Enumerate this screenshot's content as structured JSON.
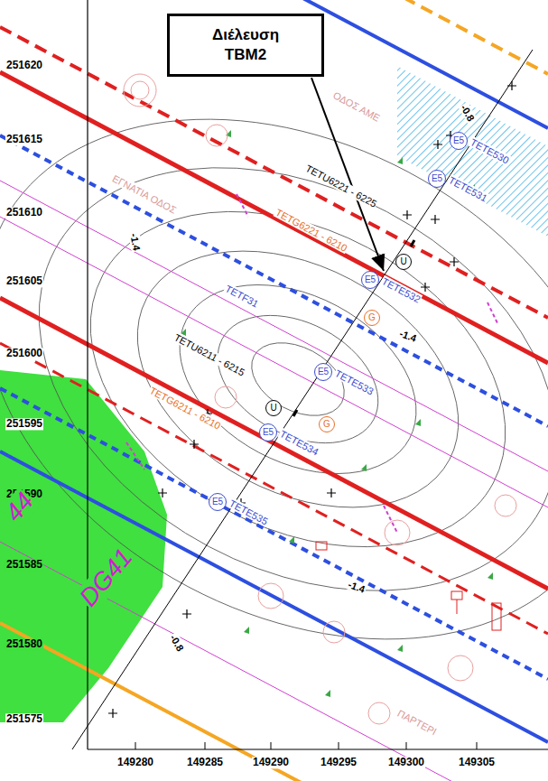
{
  "diagram": {
    "nodes": [
      {
        "text": [
          "Διέλευση TBM2"
        ]
      },
      {
        "text": [
          "E5",
          "TETE530"
        ]
      },
      {
        "text": [
          "E5",
          "TETE531"
        ]
      },
      {
        "text": [
          "E5",
          "TETE532"
        ]
      },
      {
        "text": [
          "U"
        ]
      },
      {
        "text": [
          "G"
        ]
      },
      {
        "text": [
          "E5",
          "TETE533"
        ]
      },
      {
        "text": [
          "U"
        ]
      },
      {
        "text": [
          "G"
        ]
      },
      {
        "text": [
          "E5",
          "TETE534"
        ]
      },
      {
        "text": [
          "E5",
          "TETE535"
        ]
      }
    ],
    "labels": [
      "251620",
      "251615",
      "251610",
      "251605",
      "251600",
      "251595",
      "251590",
      "251585",
      "251580",
      "251575",
      "149280",
      "149285",
      "149290",
      "149295",
      "149300",
      "149305",
      "TETU6221 - 6225",
      "TETG6221 - 6210",
      "TETF31",
      "TETU6211 - 6215",
      "TETG6211 - 6210",
      "-0.8",
      "-1.4",
      "-1.4",
      "-0.8",
      "-1.4",
      "DG41",
      "44",
      "ΕΓΝΑΤΙΑ ΟΔΟΣ",
      "ΟΔΟΣ ΑΜΕ",
      "ΠΑΡΤΕΡΙ"
    ]
  }
}
